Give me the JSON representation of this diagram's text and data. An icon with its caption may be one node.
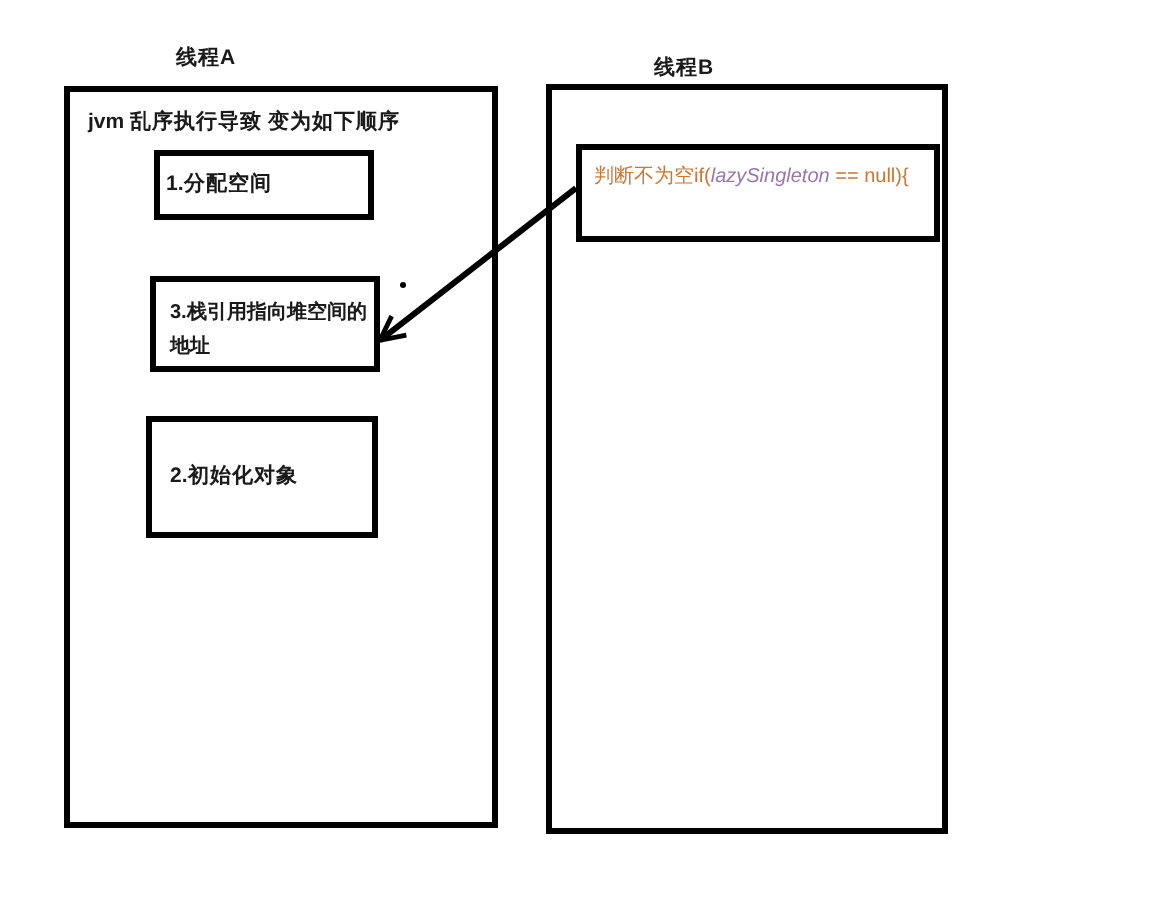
{
  "diagram": {
    "nodes": [
      {
        "text": [
          "线程A",
          "jvm 乱序执行导致 变为如下顺序"
        ]
      },
      {
        "text": [
          "1.分配空间"
        ],
        "in": 0
      },
      {
        "text": [
          "3.栈引用指向堆空间的地址"
        ],
        "in": 0
      },
      {
        "text": [
          "2.初始化对象"
        ],
        "in": 0
      },
      {
        "text": [
          "线程B"
        ]
      },
      {
        "text": [
          "判断不为空if(*lazySingleton* == null){"
        ],
        "in": 4
      }
    ],
    "edges": [
      {
        "from": 5,
        "to": 2,
        "arrow": "to"
      }
    ]
  }
}
